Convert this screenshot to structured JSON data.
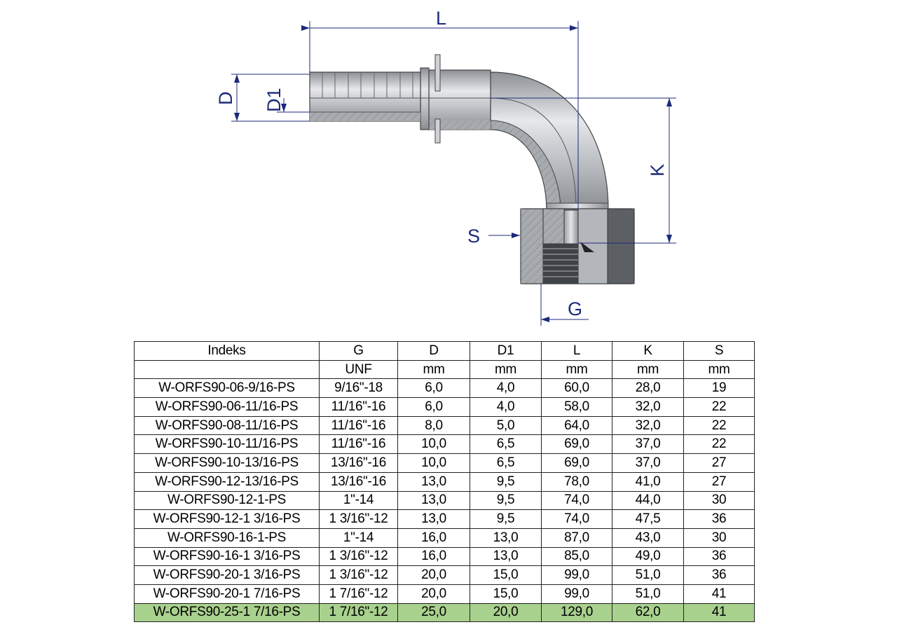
{
  "drawing": {
    "dimension_labels": {
      "L": "L",
      "D": "D",
      "D1": "D1",
      "K": "K",
      "S": "S",
      "G": "G"
    },
    "colors": {
      "dimension": "#1c2a7a",
      "metal": "#b9bcc1",
      "highlight_row": "#a9d18e"
    }
  },
  "table": {
    "headers": [
      "Indeks",
      "G",
      "D",
      "D1",
      "L",
      "K",
      "S"
    ],
    "units": [
      "",
      "UNF",
      "mm",
      "mm",
      "mm",
      "mm",
      "mm"
    ],
    "rows": [
      [
        "W-ORFS90-06-9/16-PS",
        "9/16\"-18",
        "6,0",
        "4,0",
        "60,0",
        "28,0",
        "19"
      ],
      [
        "W-ORFS90-06-11/16-PS",
        "11/16\"-16",
        "6,0",
        "4,0",
        "58,0",
        "32,0",
        "22"
      ],
      [
        "W-ORFS90-08-11/16-PS",
        "11/16\"-16",
        "8,0",
        "5,0",
        "64,0",
        "32,0",
        "22"
      ],
      [
        "W-ORFS90-10-11/16-PS",
        "11/16\"-16",
        "10,0",
        "6,5",
        "69,0",
        "37,0",
        "22"
      ],
      [
        "W-ORFS90-10-13/16-PS",
        "13/16\"-16",
        "10,0",
        "6,5",
        "69,0",
        "37,0",
        "27"
      ],
      [
        "W-ORFS90-12-13/16-PS",
        "13/16\"-16",
        "13,0",
        "9,5",
        "78,0",
        "41,0",
        "27"
      ],
      [
        "W-ORFS90-12-1-PS",
        "1\"-14",
        "13,0",
        "9,5",
        "74,0",
        "44,0",
        "30"
      ],
      [
        "W-ORFS90-12-1 3/16-PS",
        "1 3/16\"-12",
        "13,0",
        "9,5",
        "74,0",
        "47,5",
        "36"
      ],
      [
        "W-ORFS90-16-1-PS",
        "1\"-14",
        "16,0",
        "13,0",
        "87,0",
        "43,0",
        "30"
      ],
      [
        "W-ORFS90-16-1 3/16-PS",
        "1 3/16\"-12",
        "16,0",
        "13,0",
        "85,0",
        "49,0",
        "36"
      ],
      [
        "W-ORFS90-20-1 3/16-PS",
        "1 3/16\"-12",
        "20,0",
        "15,0",
        "99,0",
        "51,0",
        "36"
      ],
      [
        "W-ORFS90-20-1 7/16-PS",
        "1 7/16\"-12",
        "20,0",
        "15,0",
        "99,0",
        "51,0",
        "41"
      ],
      [
        "W-ORFS90-25-1 7/16-PS",
        "1 7/16\"-12",
        "25,0",
        "20,0",
        "129,0",
        "62,0",
        "41"
      ]
    ],
    "highlighted_row_index": 12
  }
}
